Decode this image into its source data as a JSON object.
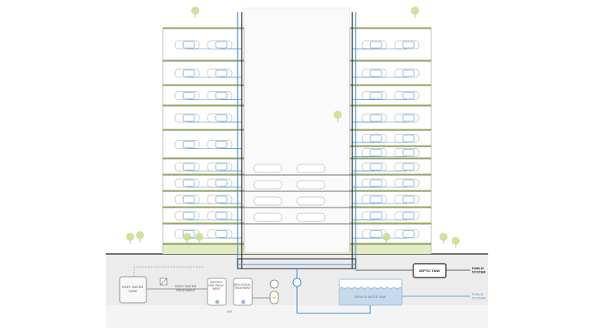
{
  "labels": {
    "grey_water_tank": [
      "GREY WATER",
      "TANK"
    ],
    "grey_water_treatment": [
      "GREY WATER",
      "TREATMENT"
    ],
    "buffer_pretreatment": [
      "BUFFER+",
      "PRE TREAT-",
      "MENT"
    ],
    "biological_treatment": [
      "BIOLOGICAL",
      "TREATMENT"
    ],
    "air": "AIR",
    "uf": "UF",
    "septic_tank": "SEPTIC TANK",
    "public_system_sewer": [
      "PUBLIC",
      "SYSTEM"
    ],
    "service_water_tank": "SERVICE WATER TANK",
    "public_system_water": [
      "PUBLIC",
      "SYSTEM"
    ]
  },
  "colors": {
    "clean_water": "#3a8fd6",
    "grey_water": "#555555",
    "green_roof": "#c9dd8a",
    "ground": "#e6e6e6",
    "tank_fill": "#c7d9ea"
  }
}
